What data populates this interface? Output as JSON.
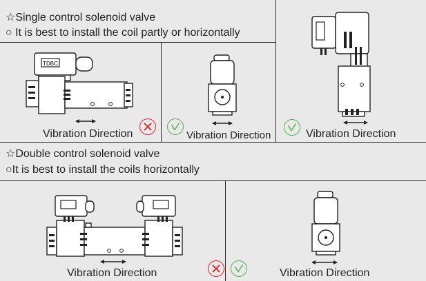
{
  "single": {
    "title": "☆Single control solenoid valve",
    "note": "○ It is best to install the coil partly or horizontally",
    "caption_horizontal": "Vibration Direction",
    "caption_vertical": "Vibration Direction",
    "caption_right": "Vibration Direction"
  },
  "double": {
    "title": "☆Double control solenoid valve",
    "note": "○It is best to install the coils horizontally",
    "caption_horizontal": "Vibration Direction",
    "caption_vertical": "Vibration Direction"
  },
  "valve_label": "TDBC",
  "icons": {
    "wrong": "wrong-x-icon",
    "right": "right-check-icon"
  },
  "colors": {
    "background": "#e9e9ea",
    "line": "#2b2b2b",
    "wrong": "#e0262c",
    "right": "#55b349"
  }
}
